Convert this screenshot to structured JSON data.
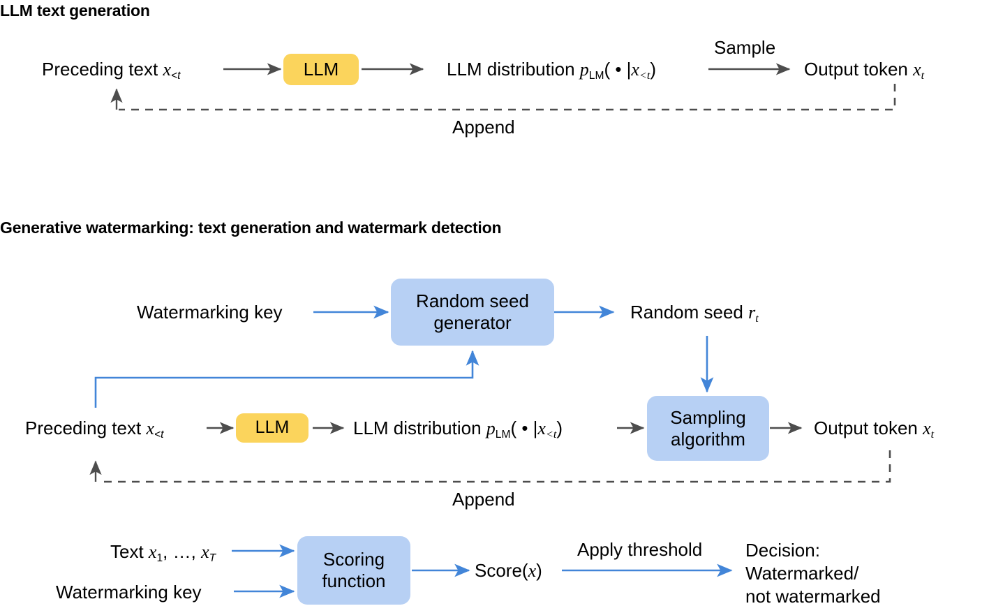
{
  "colors": {
    "yellow_box": "#FBD45C",
    "blue_box": "#B7D0F4",
    "blue_arrow": "#4285D8",
    "gray_arrow": "#4D4D4D",
    "text": "#000000",
    "background": "#FFFFFF"
  },
  "sections": [
    {
      "id": "llm-text-generation",
      "title": "LLM text generation"
    },
    {
      "id": "generative-watermarking",
      "title": "Generative watermarking: text generation and watermark detection"
    }
  ],
  "diagram1": {
    "title": "LLM text generation",
    "nodes": [
      {
        "id": "preceding-text",
        "label": "Preceding text x",
        "sub": "<t",
        "type": "text-label"
      },
      {
        "id": "llm",
        "label": "LLM",
        "type": "process-box",
        "color": "#FBD45C"
      },
      {
        "id": "llm-distribution",
        "label": "LLM distribution p",
        "sub": "LM",
        "tail": "( • |x",
        "tail_sub": "<t",
        "tail_end": ")",
        "type": "text-label"
      },
      {
        "id": "output-token",
        "label": "Output token x",
        "sub": "t",
        "type": "text-label"
      }
    ],
    "edges": [
      {
        "id": "preceding-to-llm",
        "label": "",
        "style": "solid-gray"
      },
      {
        "id": "llm-to-distribution",
        "label": "",
        "style": "solid-gray"
      },
      {
        "id": "distribution-to-output",
        "label": "Sample",
        "style": "solid-gray"
      },
      {
        "id": "output-to-preceding",
        "label": "Append",
        "style": "dashed-gray"
      }
    ]
  },
  "diagram2": {
    "title": "Generative watermarking: text generation and watermark detection",
    "nodes": [
      {
        "id": "watermarking-key-top",
        "label": "Watermarking key",
        "type": "text-label"
      },
      {
        "id": "random-seed-generator",
        "label": "Random seed generator",
        "line1": "Random seed",
        "line2": "generator",
        "type": "process-box",
        "color": "#B7D0F4"
      },
      {
        "id": "random-seed",
        "label": "Random seed r",
        "sub": "t",
        "type": "text-label"
      },
      {
        "id": "preceding-text",
        "label": "Preceding text x",
        "sub": "<t",
        "type": "text-label"
      },
      {
        "id": "llm",
        "label": "LLM",
        "type": "process-box",
        "color": "#FBD45C"
      },
      {
        "id": "llm-distribution",
        "label": "LLM distribution p",
        "sub": "LM",
        "tail": "( • |x",
        "tail_sub": "<t",
        "tail_end": ")",
        "type": "text-label"
      },
      {
        "id": "sampling-algorithm",
        "label": "Sampling algorithm",
        "line1": "Sampling",
        "line2": "algorithm",
        "type": "process-box",
        "color": "#B7D0F4"
      },
      {
        "id": "output-token",
        "label": "Output token x",
        "sub": "t",
        "type": "text-label"
      }
    ],
    "edges": [
      {
        "id": "key-to-generator",
        "label": "",
        "style": "solid-blue"
      },
      {
        "id": "generator-to-seed",
        "label": "",
        "style": "solid-blue"
      },
      {
        "id": "seed-to-sampling",
        "label": "",
        "style": "solid-blue"
      },
      {
        "id": "preceding-to-generator",
        "label": "",
        "style": "solid-blue-elbow"
      },
      {
        "id": "preceding-to-llm",
        "label": "",
        "style": "solid-gray"
      },
      {
        "id": "llm-to-distribution",
        "label": "",
        "style": "solid-gray"
      },
      {
        "id": "distribution-to-sampling",
        "label": "",
        "style": "solid-gray"
      },
      {
        "id": "sampling-to-output",
        "label": "",
        "style": "solid-gray"
      },
      {
        "id": "output-to-preceding",
        "label": "Append",
        "style": "dashed-gray"
      }
    ]
  },
  "diagram3": {
    "nodes": [
      {
        "id": "text-input",
        "label": "Text x",
        "sub1": "1",
        "mid": ", …, x",
        "sub2": "T",
        "type": "text-label"
      },
      {
        "id": "watermarking-key",
        "label": "Watermarking key",
        "type": "text-label"
      },
      {
        "id": "scoring-function",
        "label": "Scoring function",
        "line1": "Scoring",
        "line2": "function",
        "type": "process-box",
        "color": "#B7D0F4"
      },
      {
        "id": "score",
        "label": "Score(x)",
        "type": "text-label"
      },
      {
        "id": "decision",
        "line1": "Decision:",
        "line2": "Watermarked/",
        "line3": "not watermarked",
        "type": "text-label"
      }
    ],
    "edges": [
      {
        "id": "text-to-scoring",
        "label": "",
        "style": "solid-blue"
      },
      {
        "id": "key-to-scoring",
        "label": "",
        "style": "solid-blue"
      },
      {
        "id": "scoring-to-score",
        "label": "",
        "style": "solid-blue"
      },
      {
        "id": "score-to-decision",
        "label": "Apply threshold",
        "style": "solid-blue"
      }
    ]
  }
}
